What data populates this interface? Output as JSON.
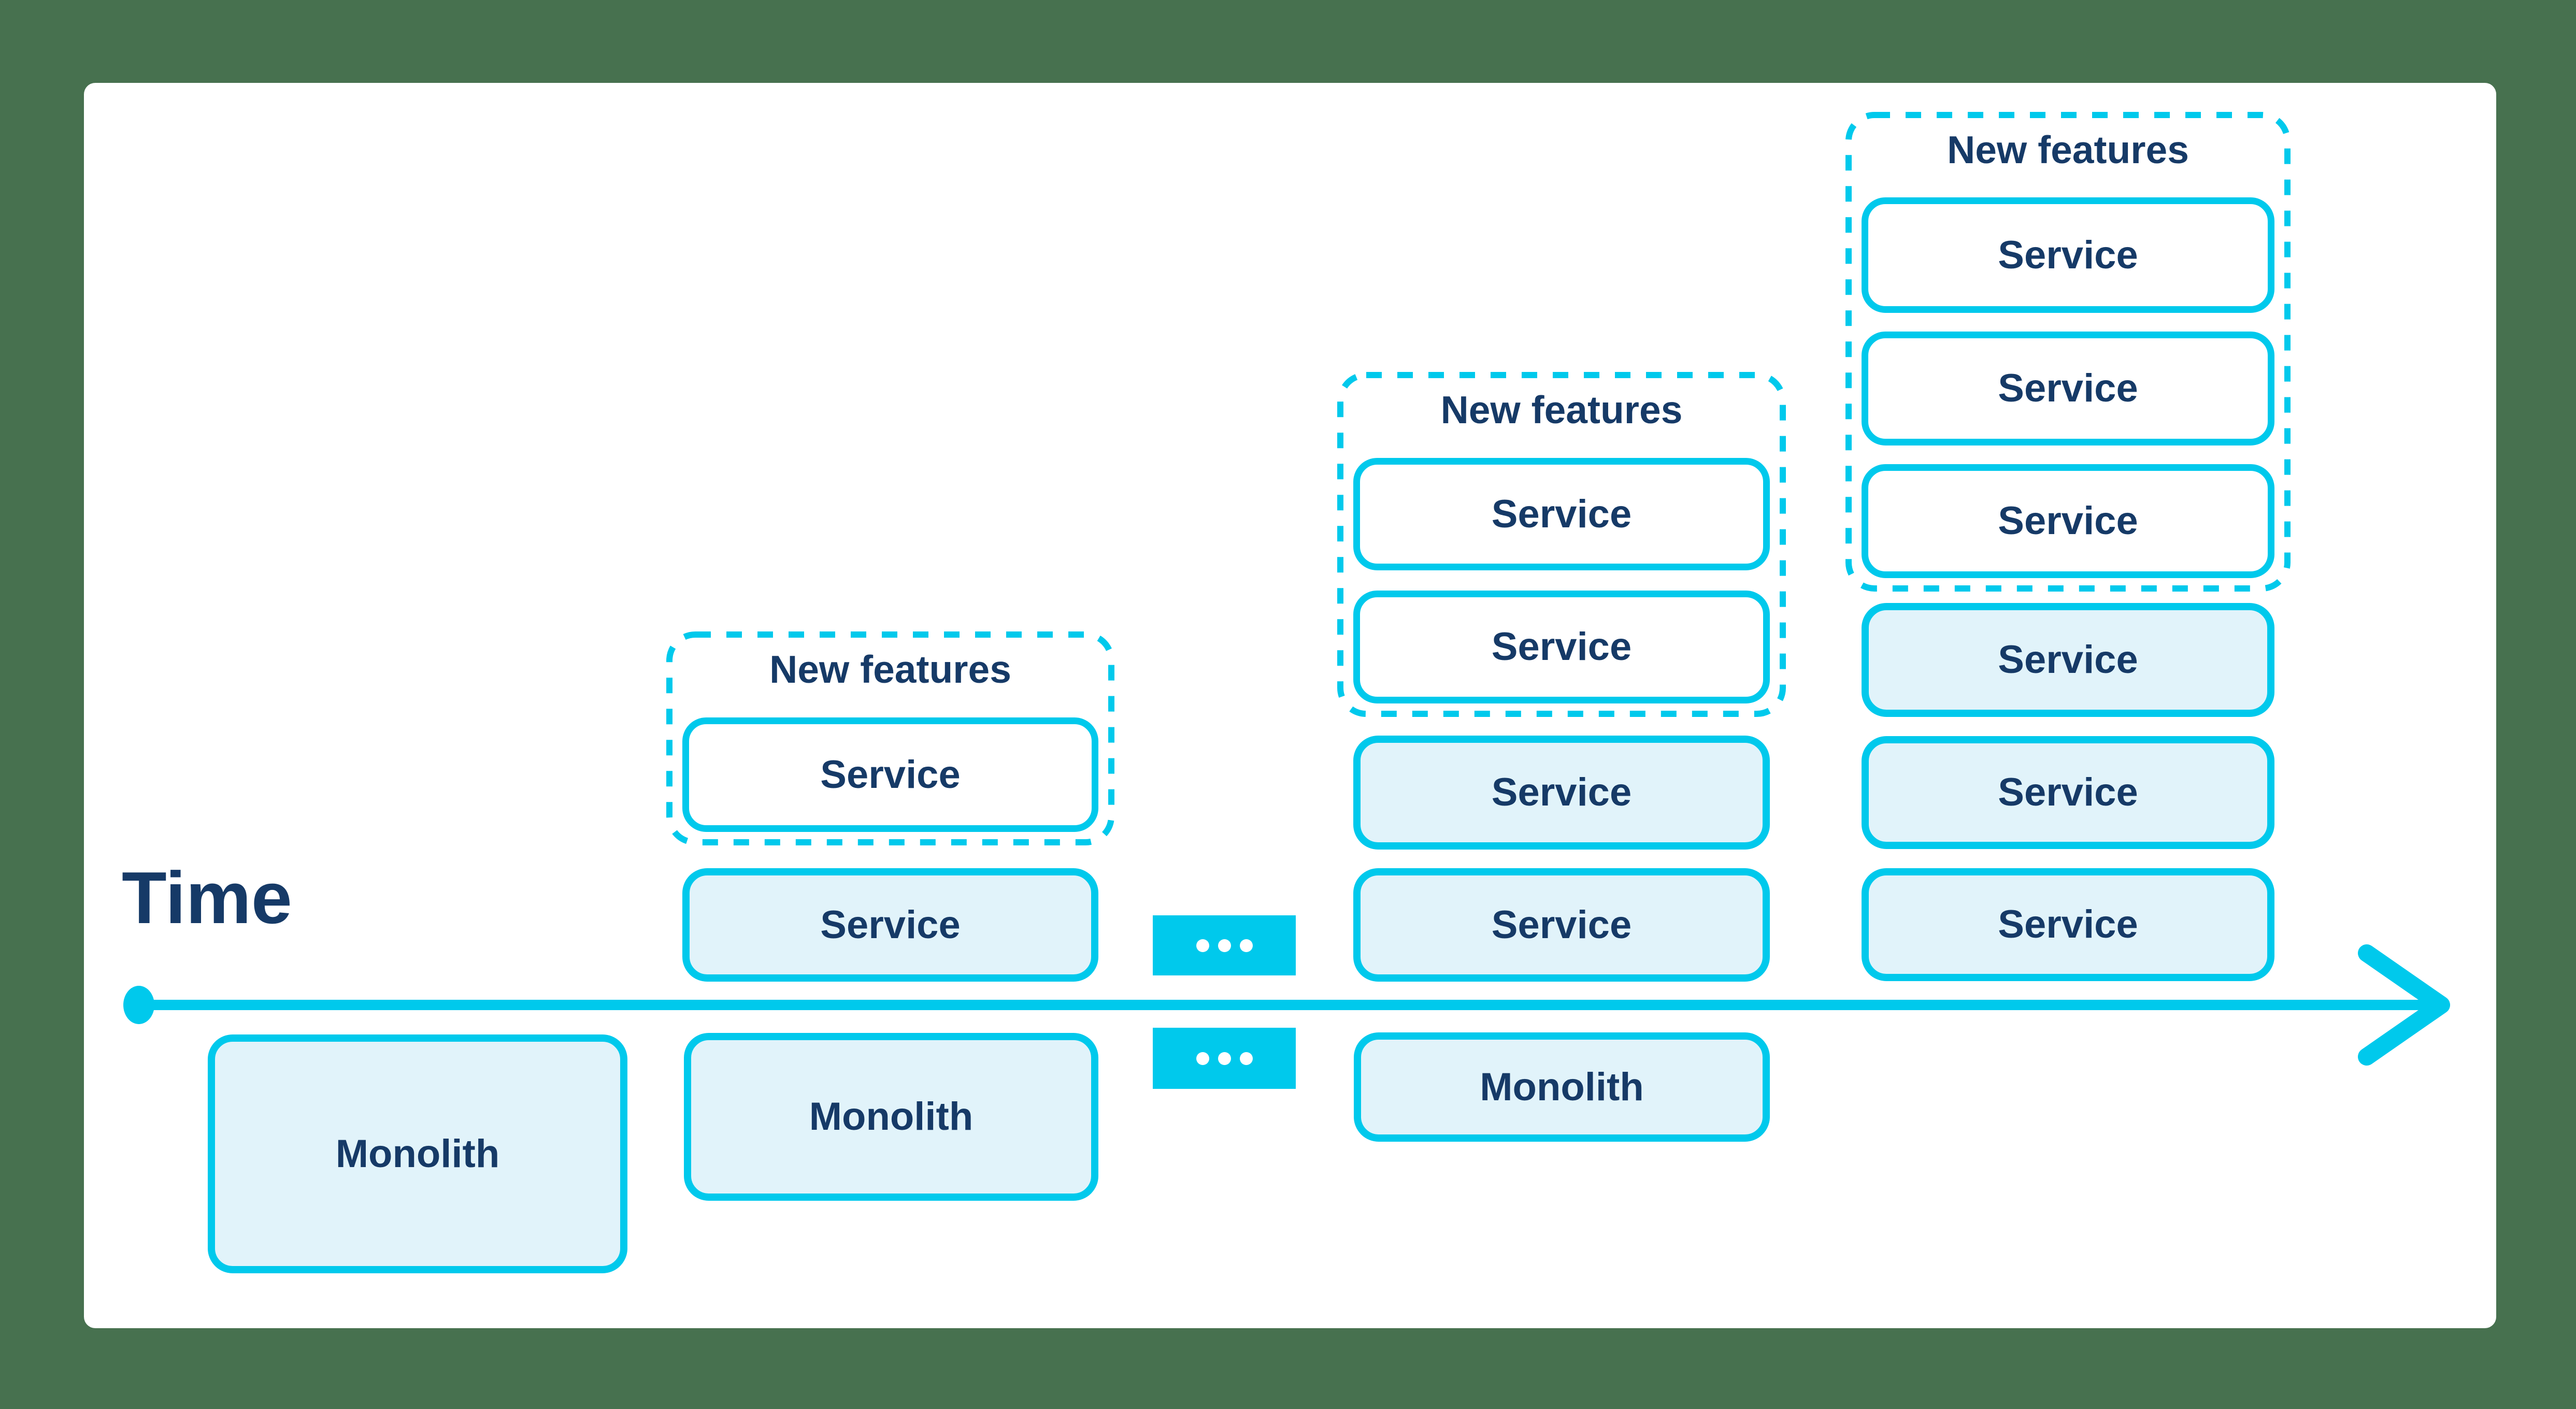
{
  "theme": {
    "background": "#47714F",
    "canvas": "#FFFFFF",
    "cyan": "#00C9EC",
    "navy": "#163A67",
    "light_blue": "#E1F3FA",
    "white": "#FFFFFF"
  },
  "timeline": {
    "label": "Time"
  },
  "columns": [
    {
      "id": "stage-1",
      "new_features": null,
      "services": [],
      "monolith": "Monolith"
    },
    {
      "id": "stage-2",
      "new_features": {
        "title": "New features",
        "services": [
          "Service"
        ]
      },
      "services": [
        "Service"
      ],
      "monolith": "Monolith"
    },
    {
      "id": "stage-3",
      "new_features": {
        "title": "New features",
        "services": [
          "Service",
          "Service"
        ]
      },
      "services": [
        "Service",
        "Service"
      ],
      "monolith": "Monolith"
    },
    {
      "id": "stage-4",
      "new_features": {
        "title": "New features",
        "services": [
          "Service",
          "Service",
          "Service"
        ]
      },
      "services": [
        "Service",
        "Service",
        "Service"
      ],
      "monolith": null
    }
  ]
}
